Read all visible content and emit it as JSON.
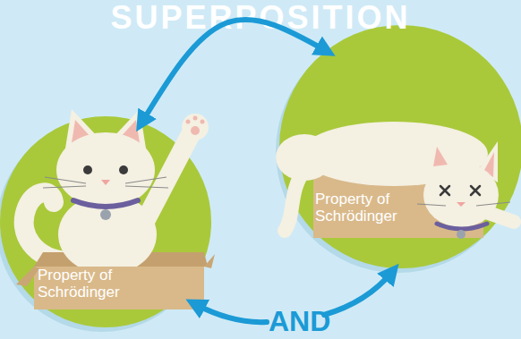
{
  "diagram": {
    "title": "SUPERPOSITION",
    "nodes": [
      {
        "text": [
          "Property of Schrödinger"
        ]
      },
      {
        "text": [
          "Property of Schrödinger"
        ]
      }
    ],
    "edges": [
      {
        "from": 0,
        "to": 1,
        "arrow": "both"
      }
    ],
    "labels": [
      "AND"
    ]
  }
}
